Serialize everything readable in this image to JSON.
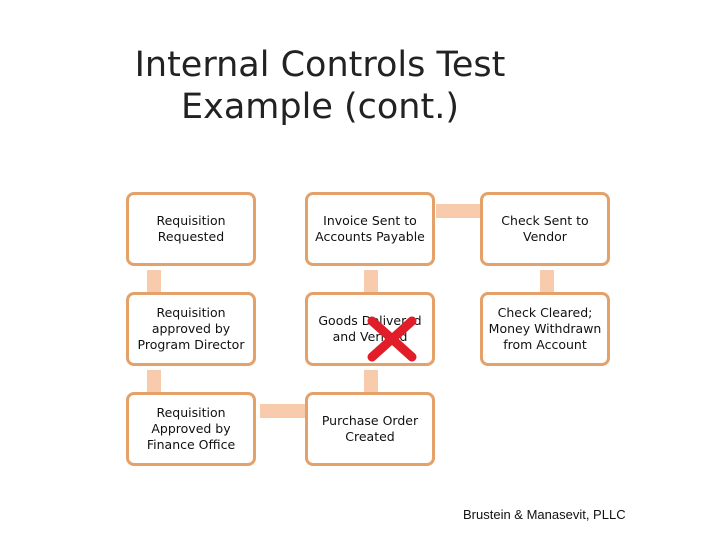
{
  "slide": {
    "title_line1": "Internal Controls Test",
    "title_line2": "Example (cont.)",
    "footer": "Brustein & Manasevit, PLLC"
  },
  "flow": {
    "steps": [
      {
        "label": "Requisition\nRequested"
      },
      {
        "label": "Requisition\napproved by\nProgram Director"
      },
      {
        "label": "Requisition\nApproved by\nFinance Office"
      },
      {
        "label": "Purchase Order\nCreated"
      },
      {
        "label": "Goods Delivered\nand Verified"
      },
      {
        "label": "Invoice Sent to\nAccounts Payable"
      },
      {
        "label": "Check Sent to\nVendor"
      },
      {
        "label": "Check Cleared;\nMoney Withdrawn\nfrom Account"
      }
    ],
    "crossed_out_step": "Goods Delivered\nand Verified"
  },
  "colors": {
    "box_border": "#e4a16a",
    "connector": "#f8cbad",
    "cross_mark": "#e21d2a"
  }
}
